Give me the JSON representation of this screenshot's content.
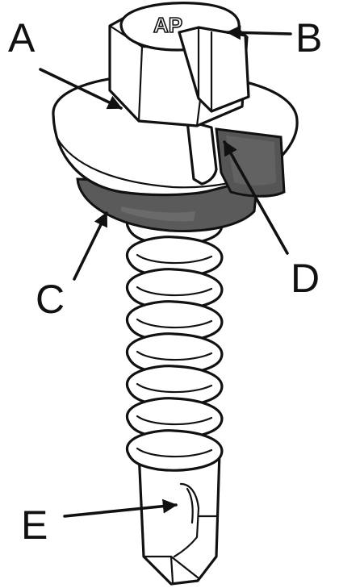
{
  "diagram": {
    "labels": {
      "a": "A",
      "b": "B",
      "c": "C",
      "d": "D",
      "e": "E"
    },
    "head_logo": "AP",
    "colors": {
      "line": "#111111",
      "part_fill": "#ffffff",
      "washer_seal": "#5a5a5a",
      "gasket_cutaway": "#555555",
      "shading": "#cfcfcf"
    },
    "icons": {
      "fastener": "self-drilling-screw-illustration"
    }
  }
}
